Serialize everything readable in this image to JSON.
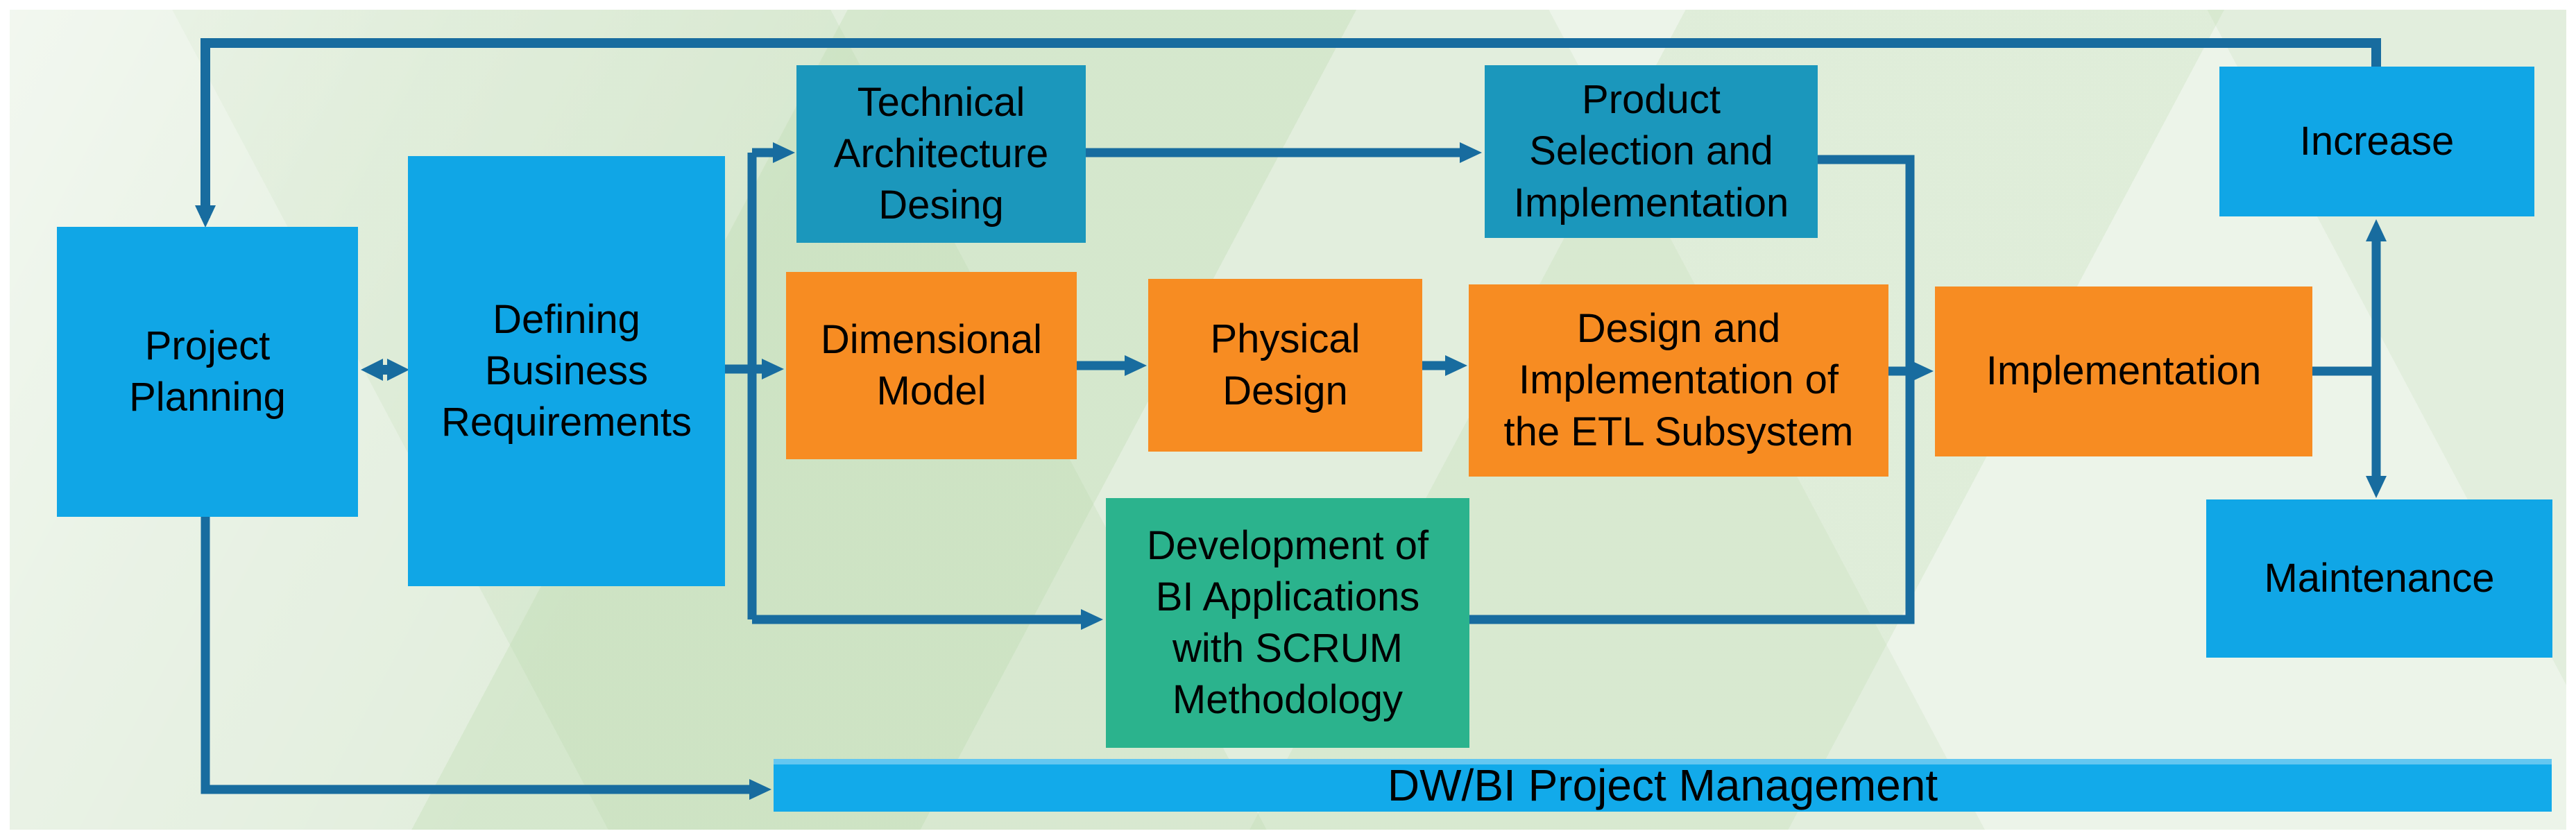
{
  "diagram": {
    "title_hint": "DW/BI project lifecycle flowchart",
    "colors": {
      "line": "#186c9f",
      "blue": "#10a6e6",
      "teal": "#1b97bc",
      "orange": "#f78c22",
      "green": "#2bb38d",
      "bar_blue": "#12aaea",
      "panel_background": "#e2eedd"
    },
    "nodes": {
      "project_planning": {
        "label": "Project\nPlanning",
        "color": "#10a6e6"
      },
      "defining_business": {
        "label": "Defining\nBusiness\nRequirements",
        "color": "#10a6e6"
      },
      "technical_architecture": {
        "label": "Technical\nArchitecture\nDesing",
        "color": "#1b97bc"
      },
      "product_selection": {
        "label": "Product\nSelection and\nImplementation",
        "color": "#1b97bc"
      },
      "dimensional_model": {
        "label": "Dimensional\nModel",
        "color": "#f78c22"
      },
      "physical_design": {
        "label": "Physical\nDesign",
        "color": "#f78c22"
      },
      "etl_design": {
        "label": "Design and\nImplementation of\nthe ETL Subsystem",
        "color": "#f78c22"
      },
      "implementation": {
        "label": "Implementation",
        "color": "#f78c22"
      },
      "increase": {
        "label": "Increase",
        "color": "#10a6e6"
      },
      "maintenance": {
        "label": "Maintenance",
        "color": "#10a6e6"
      },
      "bi_development": {
        "label": "Development of\nBI Applications\nwith SCRUM\nMethodology",
        "color": "#2bb38d"
      }
    },
    "bar": {
      "label": "DW/BI Project Management",
      "color": "#12aaea"
    },
    "edges": [
      {
        "from": "project_planning",
        "to": "defining_business",
        "type": "double-arrow"
      },
      {
        "from": "defining_business",
        "to": "technical_architecture",
        "type": "arrow"
      },
      {
        "from": "defining_business",
        "to": "dimensional_model",
        "type": "arrow"
      },
      {
        "from": "defining_business",
        "to": "bi_development",
        "type": "arrow"
      },
      {
        "from": "technical_architecture",
        "to": "product_selection",
        "type": "arrow"
      },
      {
        "from": "dimensional_model",
        "to": "physical_design",
        "type": "arrow"
      },
      {
        "from": "physical_design",
        "to": "etl_design",
        "type": "arrow"
      },
      {
        "from": "etl_design",
        "to": "implementation",
        "type": "arrow"
      },
      {
        "from": "product_selection",
        "to": "implementation",
        "type": "elbow-join"
      },
      {
        "from": "bi_development",
        "to": "implementation",
        "type": "elbow-join"
      },
      {
        "from": "implementation",
        "to": "increase",
        "type": "arrow"
      },
      {
        "from": "implementation",
        "to": "maintenance",
        "type": "arrow"
      },
      {
        "from": "increase",
        "to": "project_planning",
        "type": "feedback-arrow"
      },
      {
        "from": "project_planning",
        "to": "dwbi_project_management_bar",
        "type": "feedback-arrow"
      }
    ]
  }
}
